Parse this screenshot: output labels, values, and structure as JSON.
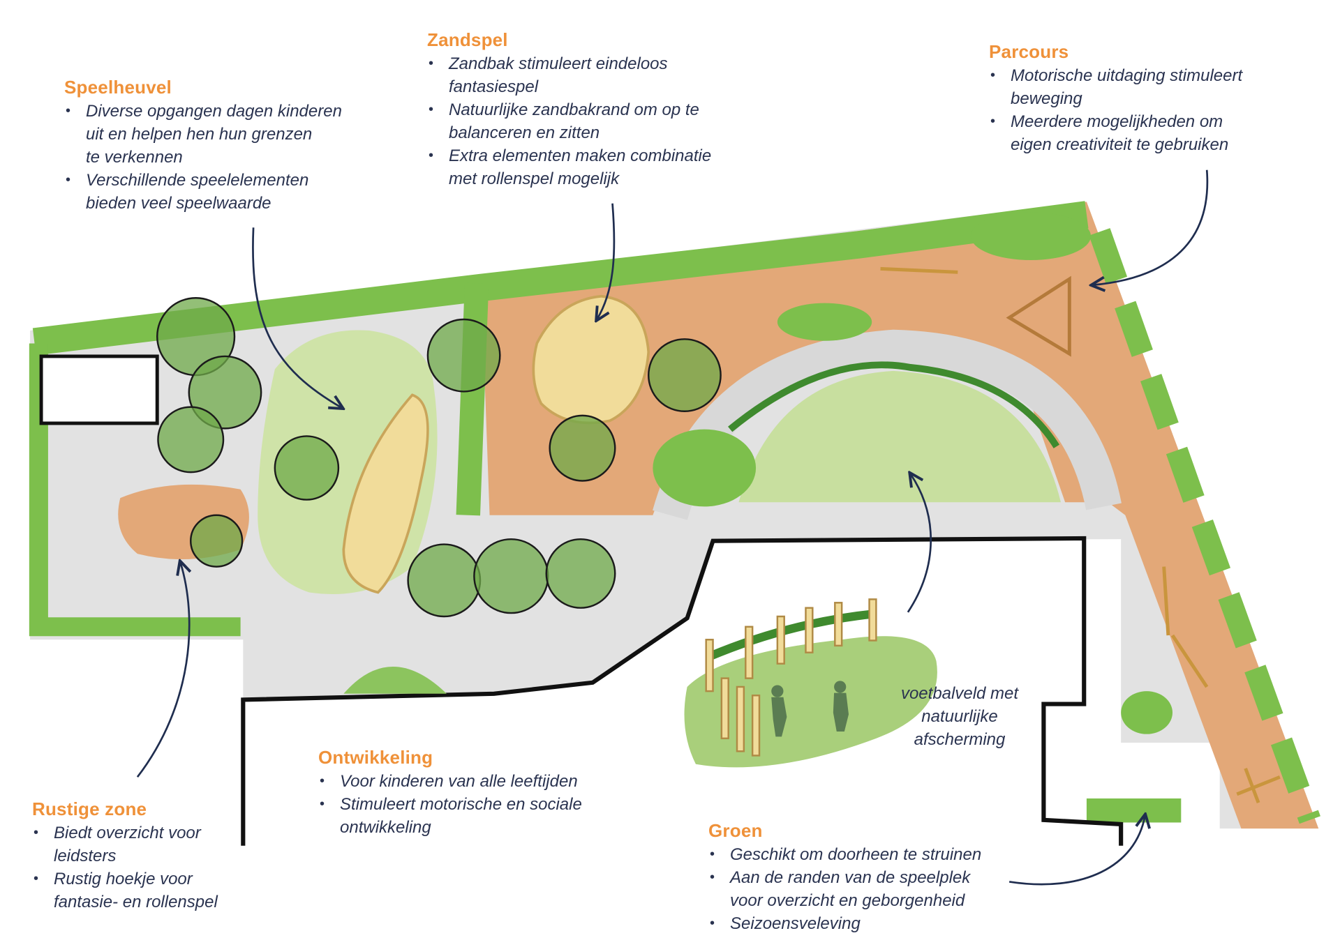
{
  "notes": {
    "speelheuvel": {
      "title": "Speelheuvel",
      "items": [
        [
          "Diverse opgangen dagen kinderen",
          "uit en helpen hen hun grenzen",
          "te verkennen"
        ],
        [
          "Verschillende speelelementen",
          "bieden veel speelwaarde"
        ]
      ]
    },
    "zandspel": {
      "title": "Zandspel",
      "items": [
        [
          "Zandbak stimuleert eindeloos",
          "fantasiespel"
        ],
        [
          "Natuurlijke zandbakrand om op te",
          "balanceren en zitten"
        ],
        [
          "Extra elementen maken combinatie",
          "met rollenspel mogelijk"
        ]
      ]
    },
    "parcours": {
      "title": "Parcours",
      "items": [
        [
          "Motorische uitdaging stimuleert",
          "beweging"
        ],
        [
          "Meerdere mogelijkheden om",
          "eigen creativiteit te gebruiken"
        ]
      ]
    },
    "rustige_zone": {
      "title": "Rustige zone",
      "items": [
        [
          "Biedt overzicht voor",
          "leidsters"
        ],
        [
          "Rustig hoekje voor",
          "fantasie- en rollenspel"
        ]
      ]
    },
    "ontwikkeling": {
      "title": "Ontwikkeling",
      "items": [
        [
          "Voor kinderen van alle leeftijden"
        ],
        [
          "Stimuleert motorische en sociale",
          "ontwikkeling"
        ]
      ]
    },
    "groen": {
      "title": "Groen",
      "items": [
        [
          "Geschikt om doorheen te struinen"
        ],
        [
          "Aan de randen van de speelplek",
          "voor overzicht en geborgenheid"
        ],
        [
          "Seizoensveleving"
        ]
      ]
    }
  },
  "caption": [
    "voetbalveld met",
    "natuurlijke",
    "afscherming"
  ],
  "colors": {
    "heading": "#ef9139",
    "text": "#2a3350",
    "arrow": "#1f2d4f",
    "green": "#7dbf4c",
    "terrain": "#e3a878",
    "pavement": "#e2e2e2",
    "sand": "#f1dc9a",
    "lawn": "#c8df9f"
  }
}
